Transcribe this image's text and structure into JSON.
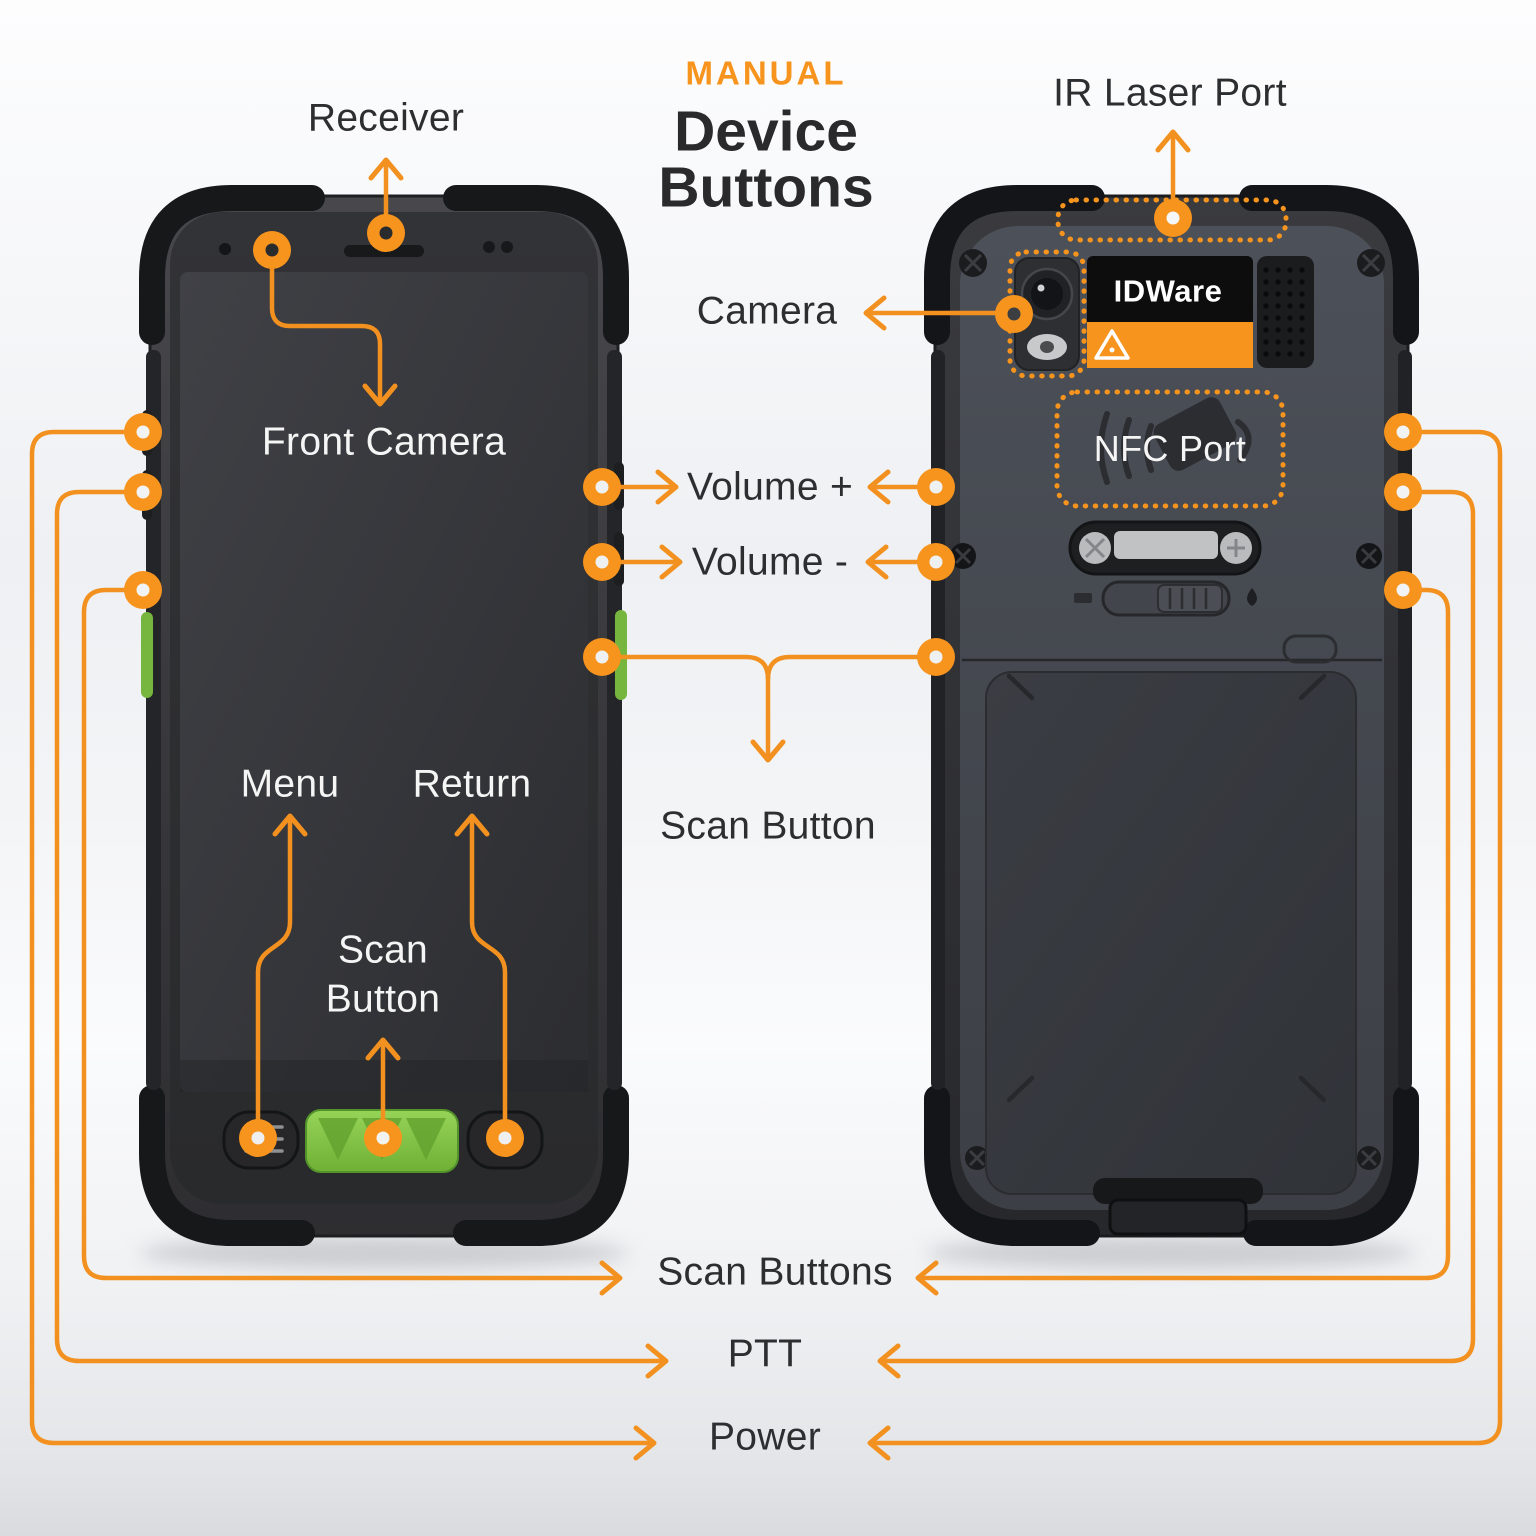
{
  "title": {
    "kicker": "MANUAL",
    "heading_line1": "Device",
    "heading_line2": "Buttons"
  },
  "colors": {
    "accent_orange": "#F7941D",
    "label_dark": "#2D2E30",
    "label_light": "#F5F5F5",
    "scan_trigger_green": "#7CC142"
  },
  "annotations": {
    "receiver": "Receiver",
    "ir_laser_port": "IR Laser Port",
    "camera": "Camera",
    "front_camera": "Front Camera",
    "volume_up": "Volume +",
    "volume_down": "Volume -",
    "nfc_port": "NFC Port",
    "menu": "Menu",
    "return": "Return",
    "scan_onscreen_line1": "Scan",
    "scan_onscreen_line2": "Button",
    "scan_button": "Scan Button",
    "scan_buttons": "Scan Buttons",
    "ptt": "PTT",
    "power": "Power"
  },
  "device": {
    "brand_label": "IDWare"
  },
  "icons": [
    "receiver-speaker-icon",
    "front-camera-icon",
    "proximity-sensor-icon",
    "menu-button-icon",
    "scan-trigger-icon",
    "return-button-icon",
    "rear-camera-lens-icon",
    "flash-icon",
    "laser-warning-triangle-icon",
    "speaker-grille-icon",
    "nfc-wave-icon",
    "screw-icon",
    "battery-latch-icon",
    "arrow-icon",
    "marker-dot-icon"
  ]
}
